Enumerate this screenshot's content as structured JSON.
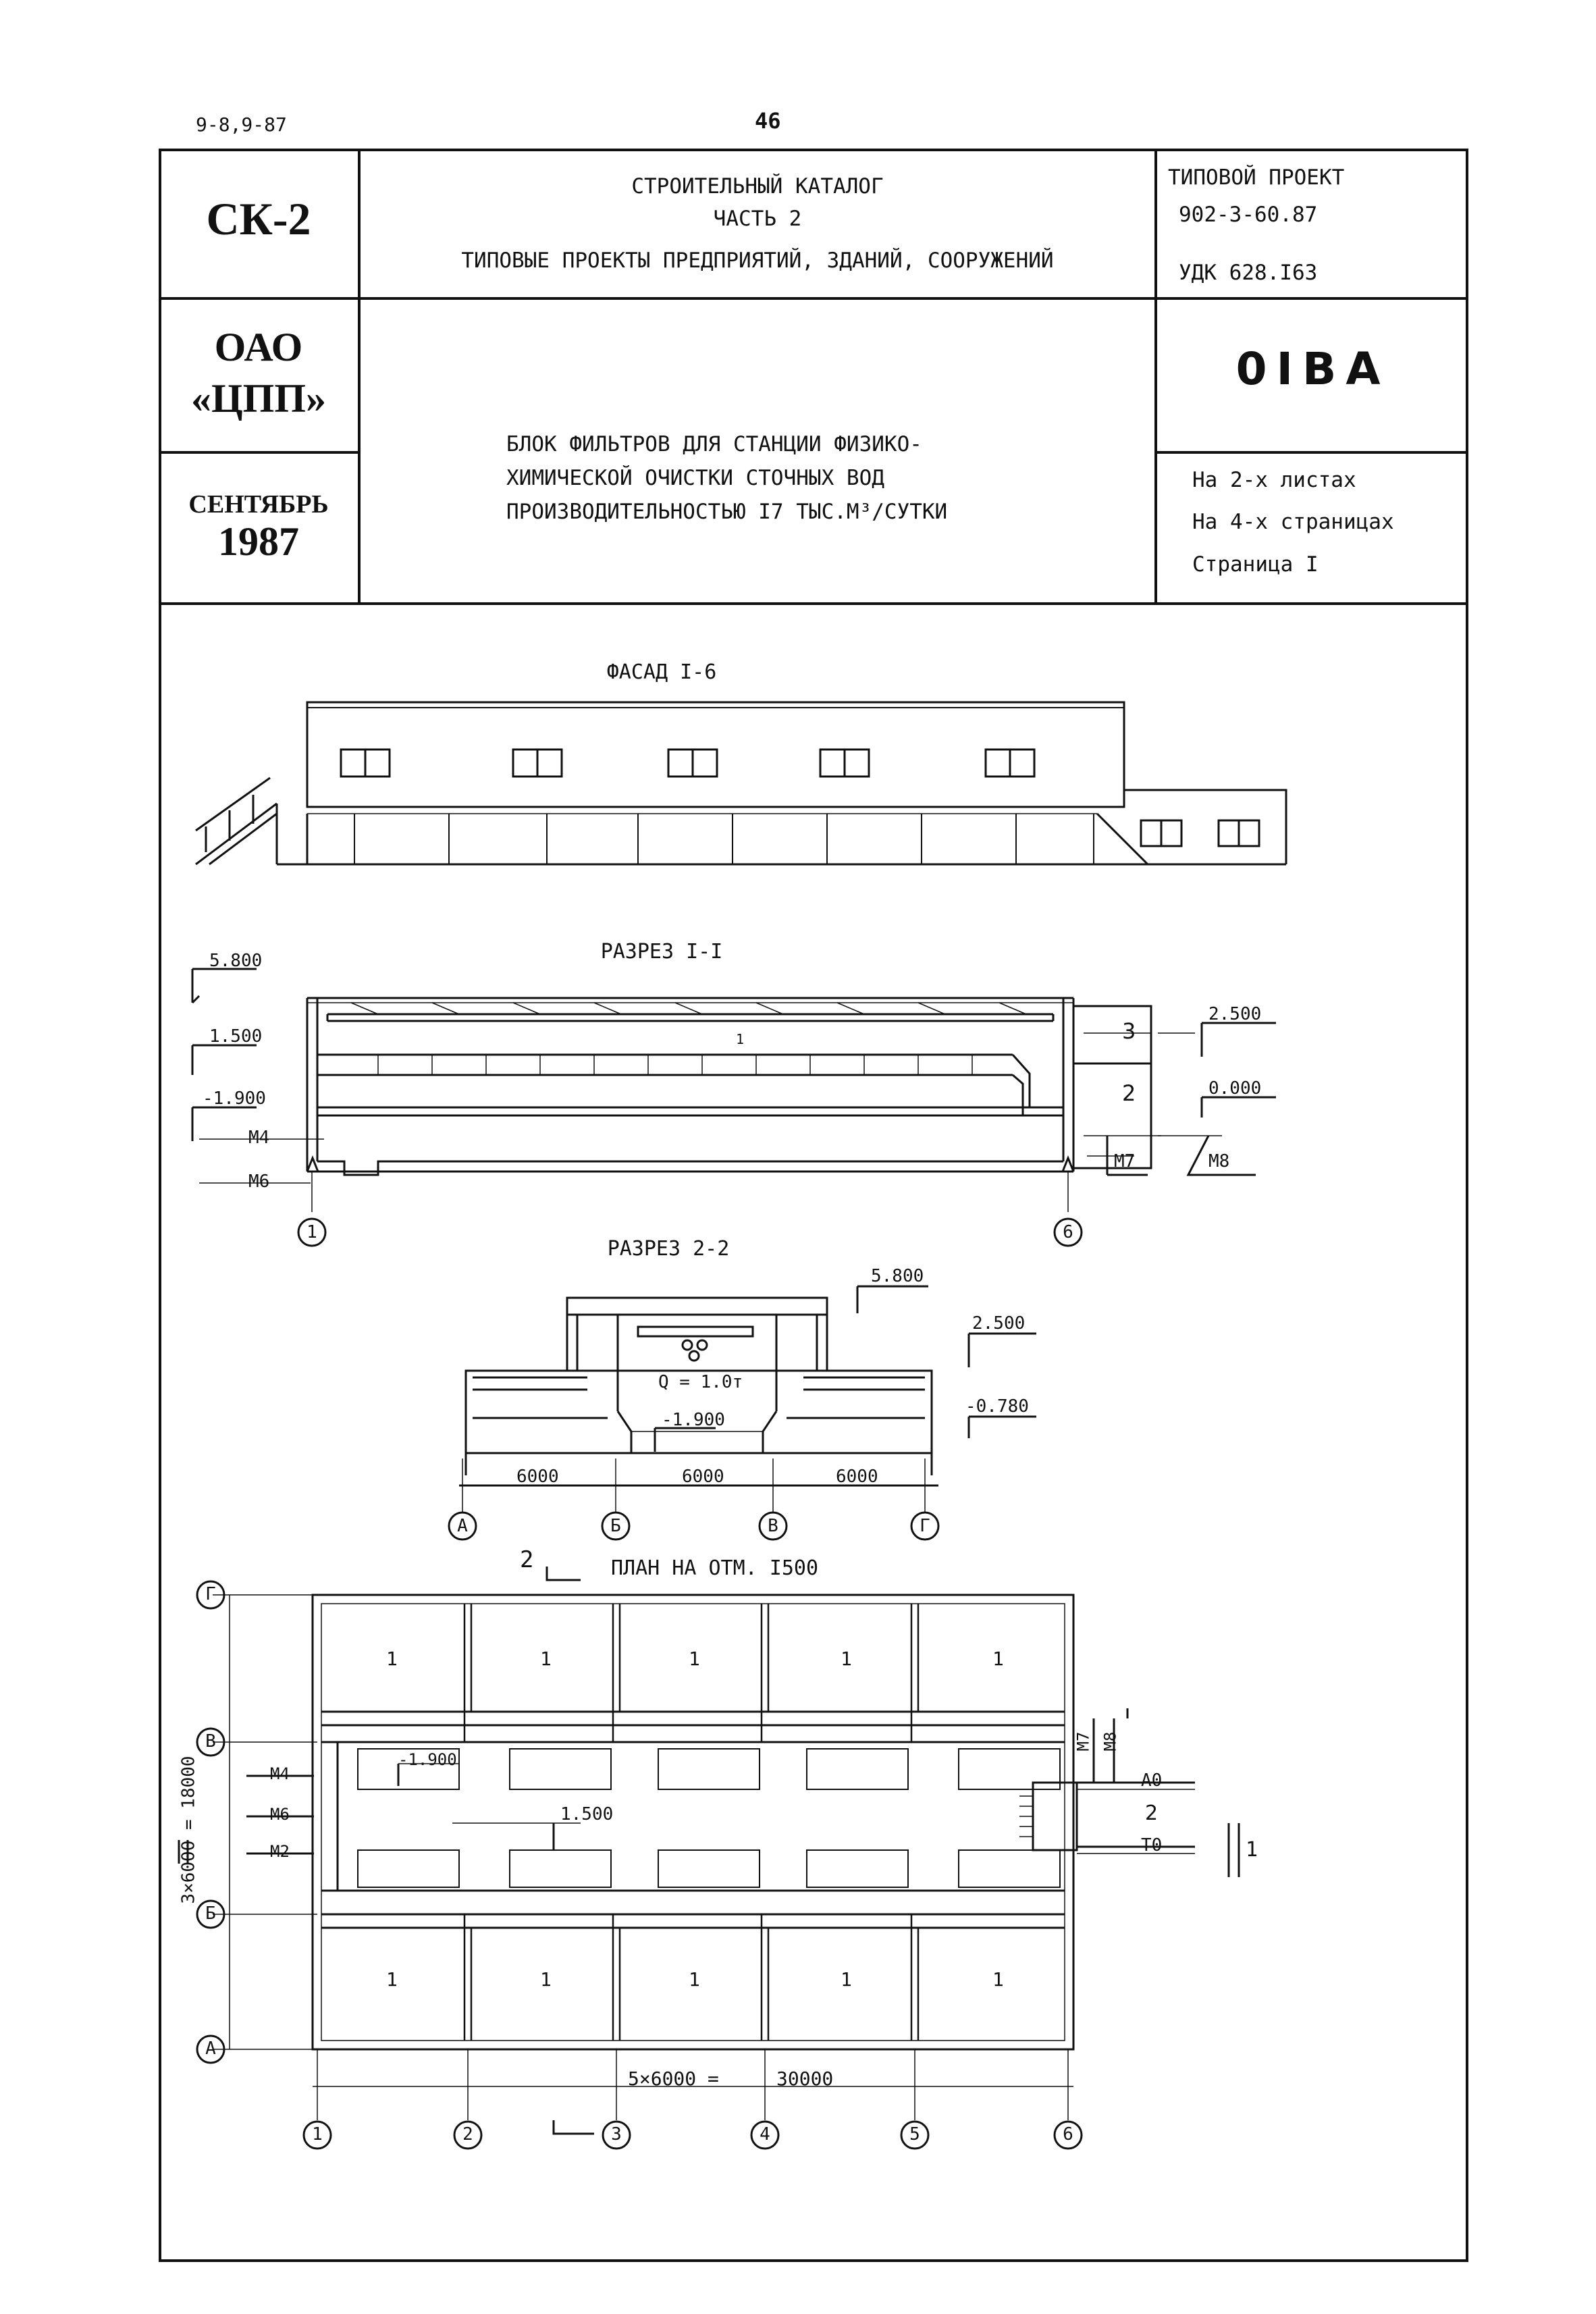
{
  "top": {
    "doc_code": "9-8,9-87",
    "page_number": "46"
  },
  "title_block": {
    "series": "СК-2",
    "catalog_line1": "СТРОИТЕЛЬНЫЙ КАТАЛОГ",
    "catalog_line2": "ЧАСТЬ 2",
    "catalog_line3": "ТИПОВЫЕ ПРОЕКТЫ ПРЕДПРИЯТИЙ, ЗДАНИЙ, СООРУЖЕНИЙ",
    "project_label": "ТИПОВОЙ ПРОЕКТ",
    "project_number": "902-3-60.87",
    "udk": "УДК 628.I63",
    "org_line1": "ОАО",
    "org_line2": "«ЦПП»",
    "doc_mark": "0IBA",
    "description_line1": "БЛОК ФИЛЬТРОВ ДЛЯ СТАНЦИИ ФИЗИКО-",
    "description_line2": "ХИМИЧЕСКОЙ ОЧИСТКИ СТОЧНЫХ ВОД",
    "description_line3": "ПРОИЗВОДИТЕЛЬНОСТЬЮ I7 ТЫС.М³/СУТКИ",
    "date_month": "СЕНТЯБРЬ",
    "date_year": "1987",
    "sheets": "На 2-х листах",
    "pages": "На 4-х страницах",
    "page": "Страница I"
  },
  "drawings": {
    "facade_title": "ФАСАД I-6",
    "section1_title": "РАЗРЕЗ I-I",
    "section2_title": "РАЗРЕЗ 2-2",
    "plan_title": "ПЛАН НА ОТМ. I500",
    "section1": {
      "elev_top": "5.800",
      "elev_mid": "1.500",
      "elev_low": "-1.900",
      "elev_right_top": "2.500",
      "elev_right_zero": "0.000",
      "room3": "3",
      "room2": "2",
      "item1": "1",
      "m4": "М4",
      "m6": "М6",
      "m7": "М7",
      "m8": "М8",
      "axis_left": "1",
      "axis_right": "6"
    },
    "section2": {
      "elev_top": "5.800",
      "elev_2500": "2.500",
      "elev_0780": "-0.780",
      "elev_1900": "-1.900",
      "crane": "Q = 1.0т",
      "dim1": "6000",
      "dim2": "6000",
      "dim3": "6000",
      "axes": [
        "А",
        "Б",
        "В",
        "Г"
      ]
    },
    "plan": {
      "section_mark": "2",
      "axes_rows": [
        "Г",
        "В",
        "Б",
        "А"
      ],
      "axes_cols": [
        "1",
        "2",
        "3",
        "4",
        "5",
        "6"
      ],
      "dim_vertical": "3×6000 = 18000",
      "dim_horizontal_a": "5×6000 =",
      "dim_horizontal_b": "30000",
      "elev_1900": "-1.900",
      "elev_1500": "1.500",
      "pipes_left": [
        "М4",
        "М6",
        "М2"
      ],
      "pipes_right_v": [
        "М7",
        "М8"
      ],
      "pipes_right_h": [
        "А0",
        "Т0"
      ],
      "room_right": "2",
      "cut_mark": "1",
      "filter_label": "1"
    }
  }
}
